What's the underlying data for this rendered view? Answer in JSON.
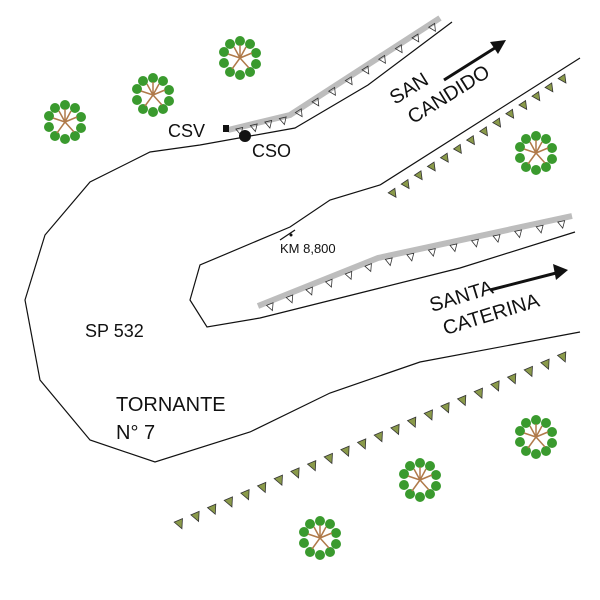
{
  "labels": {
    "csv": "CSV",
    "cso": "CSO",
    "km": "KM 8,800",
    "road": "SP 532",
    "hairpin_line1": "TORNANTE",
    "hairpin_line2": "N° 7",
    "dir1_line1": "SAN",
    "dir1_line2": "CANDIDO",
    "dir2_line1": "SANTA",
    "dir2_line2": "CATERINA"
  },
  "colors": {
    "road_line": "#111111",
    "guardrail": "#bdbdbd",
    "embankment": "#8a9a4a",
    "tree_foliage": "#2e8b2e",
    "tree_branch": "#b07a4a"
  }
}
